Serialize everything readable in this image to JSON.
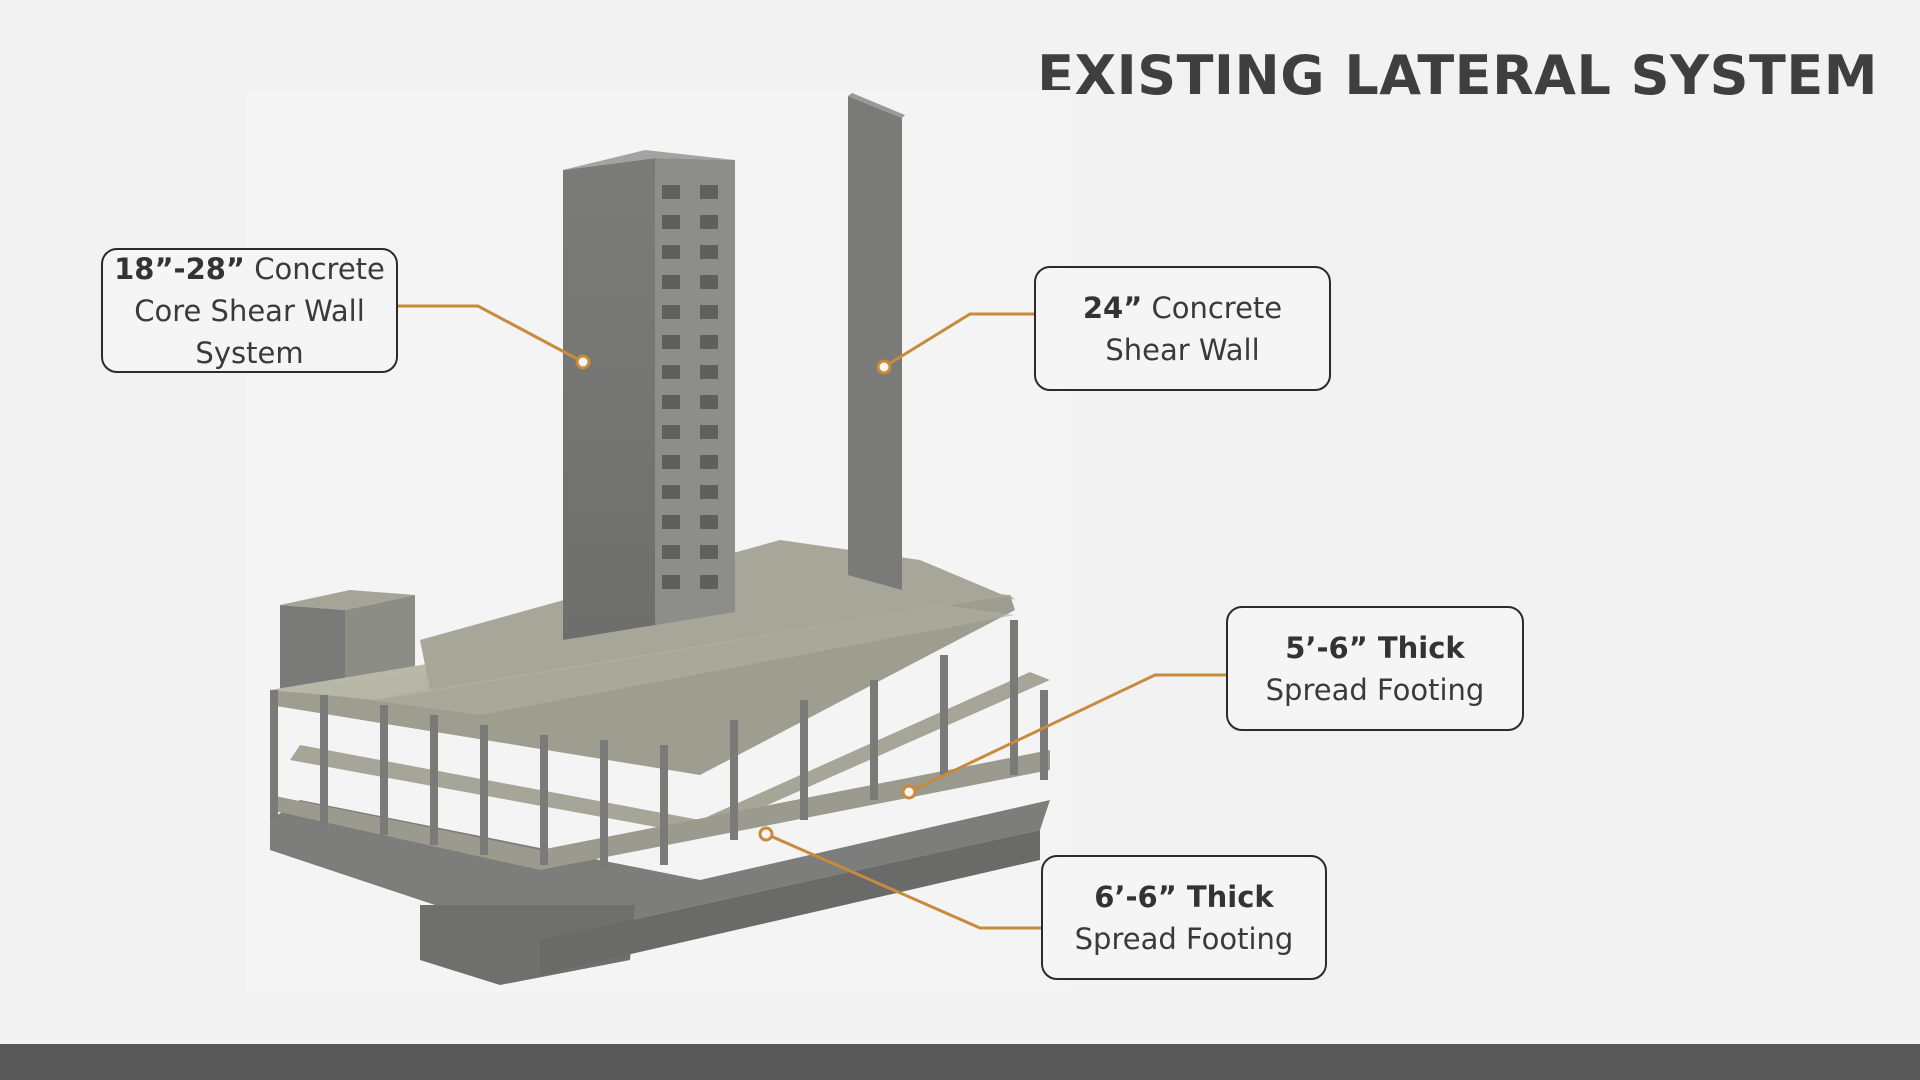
{
  "title": "EXISTING LATERAL SYSTEM",
  "colors": {
    "leader": "#c88a3c",
    "concrete": "#8a8a88",
    "slab": "#b7b8a8",
    "background": "#f2f2f2",
    "footer_bar": "#595959"
  },
  "callouts": {
    "core": {
      "bold": "18”-28”",
      "line1_rest": " Concrete",
      "line2": "Core Shear Wall",
      "line3": "System"
    },
    "wall": {
      "bold": "24”",
      "line1_rest": " Concrete",
      "line2": "Shear Wall"
    },
    "footing1": {
      "bold": "5’-6” Thick",
      "line2": "Spread Footing"
    },
    "footing2": {
      "bold": "6’-6” Thick",
      "line2": "Spread Footing"
    }
  }
}
